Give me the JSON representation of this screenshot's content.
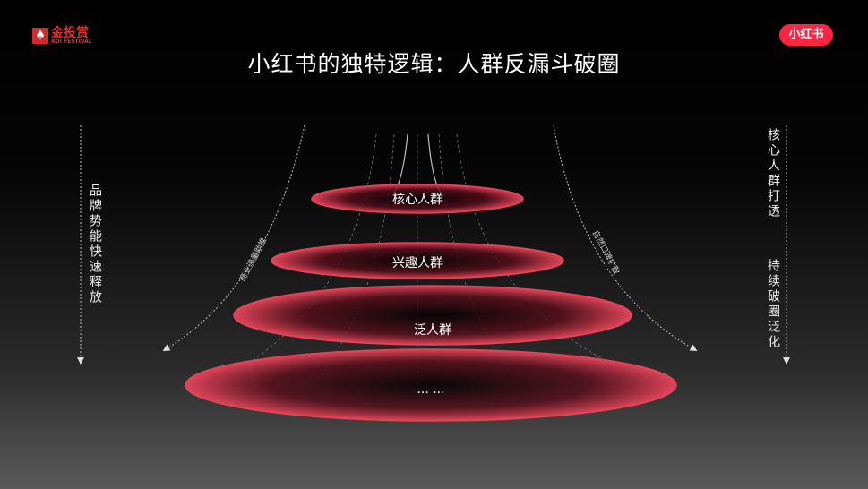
{
  "logo": {
    "cn": "金投赏",
    "en": "ROI FESTIVAL"
  },
  "brand_badge": "小红书",
  "title": "小红书的独特逻辑：人群反漏斗破圈",
  "left_side": {
    "vertical": "品牌势能快速释放",
    "curve_label": "商业流量助推"
  },
  "right_side": {
    "vertical_top": "核心人群打透",
    "vertical_bottom": "持续破圈泛化",
    "curve_label": "自然口碑扩散"
  },
  "layers": [
    "核心人群",
    "兴趣人群",
    "泛人群",
    "... ..."
  ],
  "colors": {
    "accent": "#ff2442",
    "ring": "#e0455a"
  }
}
